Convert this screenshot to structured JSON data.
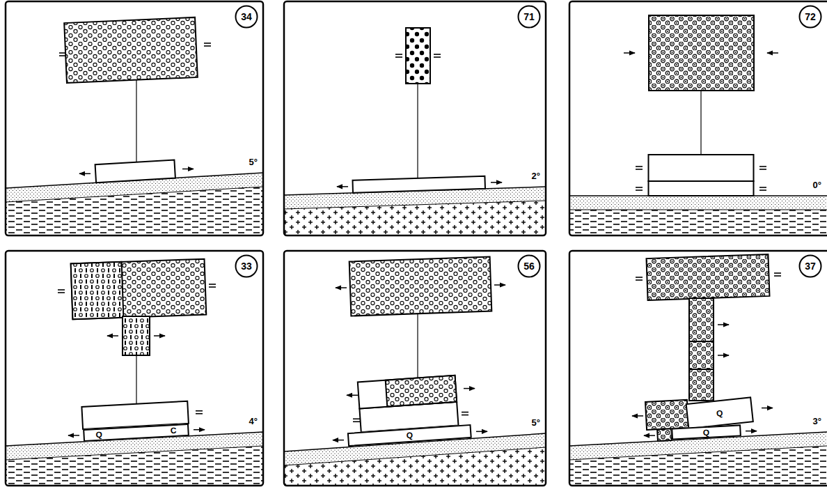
{
  "diagram": {
    "nodes": [
      {
        "text": [
          "34"
        ]
      },
      {
        "text": [
          "71"
        ]
      },
      {
        "text": [
          "72"
        ]
      },
      {
        "text": [
          "33"
        ]
      },
      {
        "text": [
          "Q",
          "C"
        ]
      },
      {
        "text": [
          "56"
        ]
      },
      {
        "text": [
          "Q"
        ]
      },
      {
        "text": [
          "37"
        ]
      },
      {
        "text": [
          "Q"
        ]
      },
      {
        "text": [
          "Q"
        ]
      }
    ],
    "labels": [
      "5°",
      "2°",
      "0°",
      "4°",
      "5°",
      "3°"
    ]
  }
}
